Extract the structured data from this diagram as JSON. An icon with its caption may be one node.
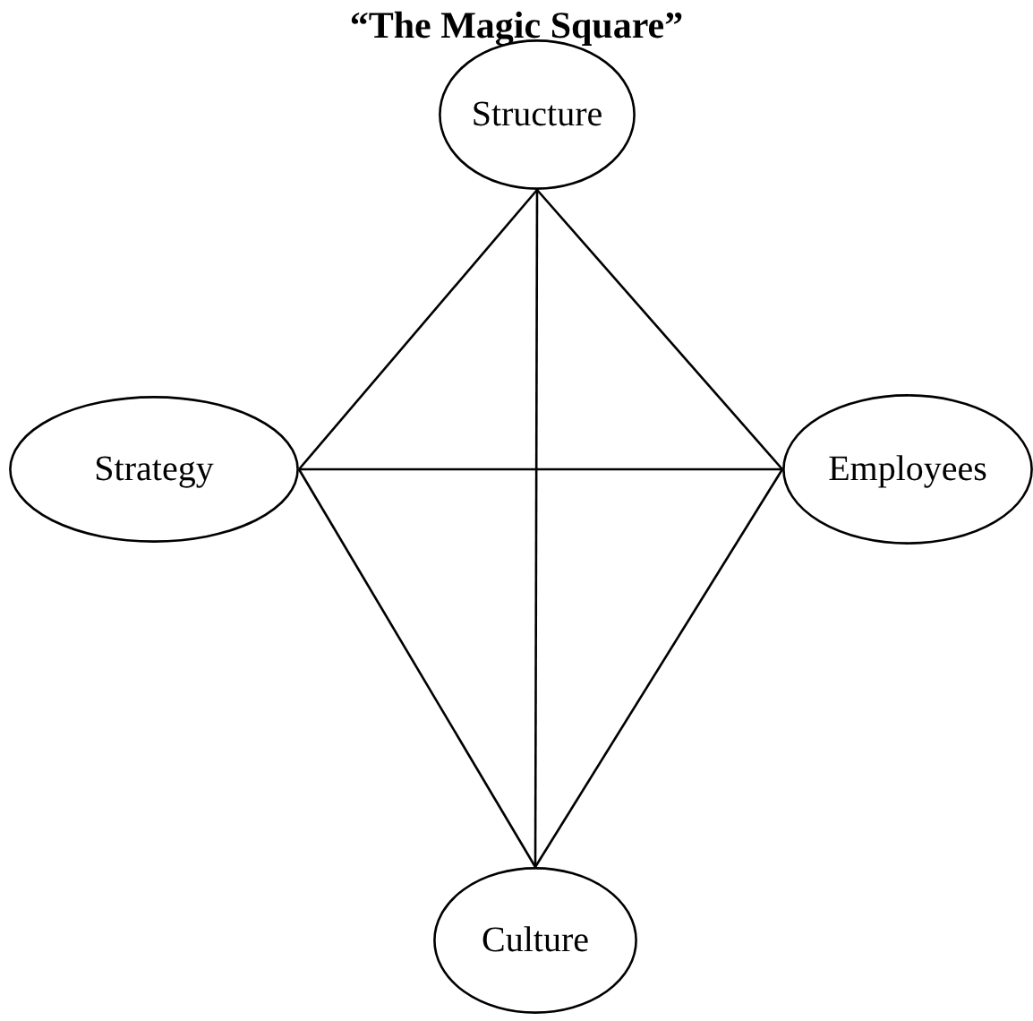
{
  "diagram": {
    "title": "“The Magic Square”",
    "nodes": [
      {
        "text": [
          "Structure"
        ]
      },
      {
        "text": [
          "Strategy"
        ]
      },
      {
        "text": [
          "Employees"
        ]
      },
      {
        "text": [
          "Culture"
        ]
      }
    ],
    "edges": [
      {
        "from": 1,
        "to": 0,
        "arrow": "none"
      },
      {
        "from": 0,
        "to": 2,
        "arrow": "none"
      },
      {
        "from": 2,
        "to": 3,
        "arrow": "none"
      },
      {
        "from": 3,
        "to": 1,
        "arrow": "none"
      },
      {
        "from": 0,
        "to": 3,
        "arrow": "none"
      },
      {
        "from": 1,
        "to": 2,
        "arrow": "none"
      }
    ]
  }
}
